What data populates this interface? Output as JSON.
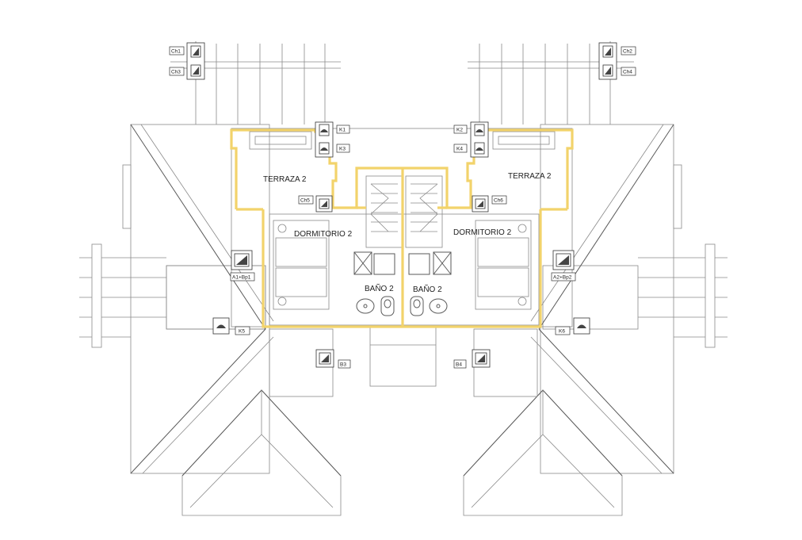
{
  "rooms": {
    "terraza_left": "TERRAZA 2",
    "terraza_right": "TERRAZA 2",
    "dormitorio_left": "DORMITORIO 2",
    "dormitorio_right": "DORMITORIO 2",
    "bano_left": "BAÑO 2",
    "bano_right": "BAÑO 2"
  },
  "tags": {
    "ch1": "Ch1",
    "ch2": "Ch2",
    "ch3": "Ch3",
    "ch4": "Ch4",
    "ch5": "Ch5",
    "ch6": "Ch6",
    "k1": "K1",
    "k2": "K2",
    "k3": "K3",
    "k4": "K4",
    "k5": "K5",
    "k6": "K6",
    "a1bp1": "A1+Bp1",
    "a2bp2": "A2+Bp2",
    "b3": "B3",
    "b4": "B4"
  },
  "colors": {
    "highlight": "#f2d36b",
    "line": "#8a8a8a",
    "hatch": "#b8b8b8"
  }
}
